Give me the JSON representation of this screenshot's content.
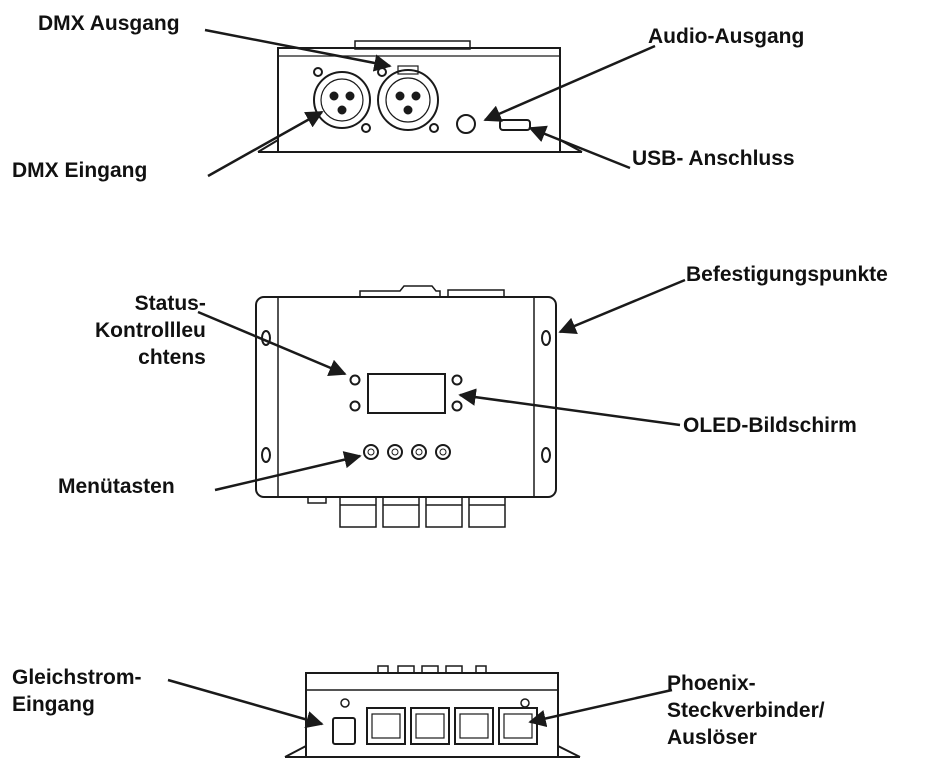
{
  "labels": {
    "dmx_out": "DMX Ausgang",
    "audio_out": "Audio-Ausgang",
    "dmx_in": "DMX Eingang",
    "usb": "USB- Anschluss",
    "mounting": "Befestigungspunkte",
    "status_leds": [
      "Status-",
      "Kontrollleu",
      "chtens"
    ],
    "oled": "OLED-Bildschirm",
    "menu_keys": "Menütasten",
    "dc_input": [
      "Gleichstrom-",
      "Eingang"
    ],
    "phoenix": [
      "Phoenix-",
      "Steckverbinder/",
      "Auslöser"
    ]
  },
  "colors": {
    "line": "#1a1a1a",
    "text": "#111111",
    "background": "#ffffff"
  }
}
